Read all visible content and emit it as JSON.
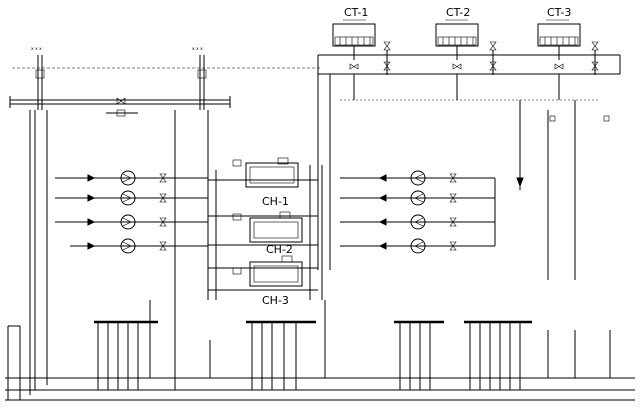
{
  "cooling_towers": [
    {
      "label": "CT-1"
    },
    {
      "label": "CT-2"
    },
    {
      "label": "CT-3"
    }
  ],
  "chillers": [
    {
      "label": "CH-1"
    },
    {
      "label": "CH-2"
    },
    {
      "label": "CH-3"
    }
  ]
}
